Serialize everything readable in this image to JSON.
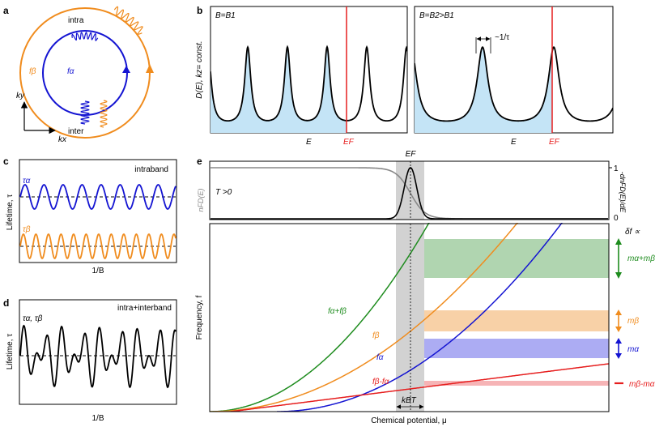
{
  "colors": {
    "alpha": "#1414d2",
    "beta": "#f08c1e",
    "sum": "#1e8c1e",
    "diff": "#e61e1e",
    "fermi": "#e61e1e",
    "fill": "#c4e4f6",
    "shade": "#d2d2d2",
    "fd_grey": "#888888"
  },
  "panel_a": {
    "label": "a",
    "intra": "intra",
    "inter": "inter",
    "f_beta": "fβ",
    "f_alpha": "fα",
    "ky": "ky",
    "kx": "kx"
  },
  "panel_b": {
    "label": "b",
    "ylabel": "D(E), kz= const.",
    "left_title": "B=B1",
    "right_title": "B=B2>B1",
    "width_label": "~1/τ",
    "xlabel_E": "E",
    "xlabel_EF": "EF"
  },
  "panel_c": {
    "label": "c",
    "title": "intraband",
    "ylabel": "Lifetime, τ",
    "xlabel": "1/B",
    "tau_alpha": "τα",
    "tau_beta": "τβ"
  },
  "panel_d": {
    "label": "d",
    "title": "intra+interband",
    "ylabel": "Lifetime, τ",
    "xlabel": "1/B",
    "tau_ab": "τα, τβ"
  },
  "panel_e": {
    "label": "e",
    "EF": "EF",
    "T_label": "T >0",
    "left_ylabel": "nFD(E)",
    "right_ylabel": "-dnFD(E)/dE",
    "tick_1": "1",
    "tick_0": "0",
    "ylabel": "Frequency, f",
    "xlabel": "Chemical potential, μ",
    "delta_f": "δf ∝",
    "kT": "kBT",
    "curve_sum": "fα+fβ",
    "curve_beta": "fβ",
    "curve_alpha": "fα",
    "curve_diff": "fβ-fα",
    "band_sum": "mα+mβ",
    "band_beta": "mβ",
    "band_alpha": "mα",
    "band_diff": "mβ-mα"
  }
}
